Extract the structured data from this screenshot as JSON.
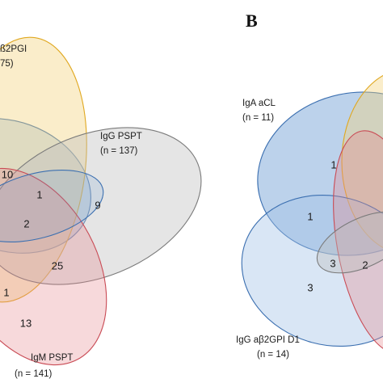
{
  "panel_b_label": "B",
  "colors": {
    "blue": "#6b9bd2",
    "yellow": "#f3d27a",
    "gray": "#bdbdbd",
    "red": "#e58a8f",
    "blue_edge": "#3b6fb0",
    "yellow_edge": "#e0a820",
    "gray_edge": "#7a7a7a",
    "red_edge": "#c94b55"
  },
  "panel_a": {
    "set_labels": {
      "yellow_line1": "ß2PGI",
      "yellow_line2": "75)",
      "gray_line1": "IgG PSPT",
      "gray_line2": "(n = 137)",
      "red_line1": "IgM PSPT",
      "red_line2": "(n = 141)"
    },
    "region_values": {
      "r10": "10",
      "r1a": "1",
      "r9": "9",
      "r2": "2",
      "r25": "25",
      "r1b": "1",
      "r13": "13"
    }
  },
  "panel_b": {
    "set_labels": {
      "blue_line1": "IgA aCL",
      "blue_line2": "(n = 11)",
      "lightblue_line1": "IgG aβ2GPI D1",
      "lightblue_line2": "(n = 14)"
    },
    "region_values": {
      "r1a": "1",
      "r1b": "1",
      "r3a": "3",
      "r2": "2",
      "r3b": "3"
    }
  }
}
